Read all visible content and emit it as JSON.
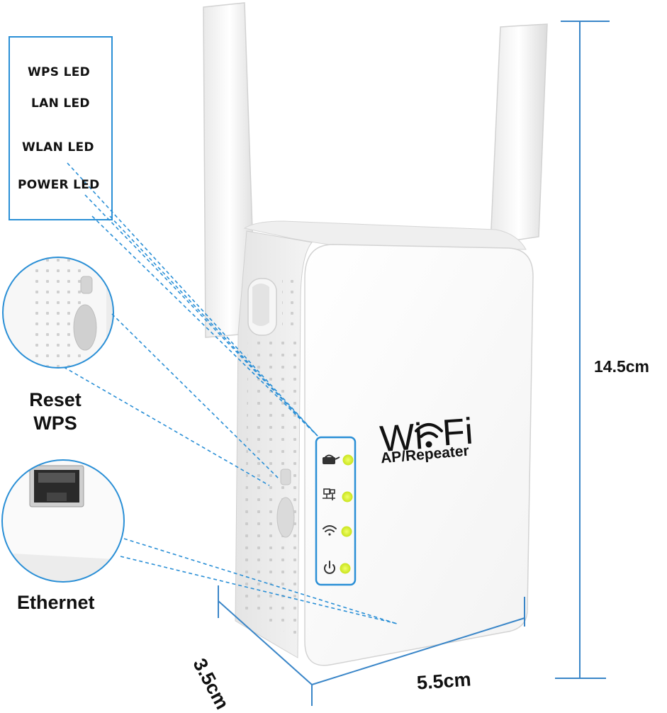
{
  "led_legend": {
    "items": [
      "WPS LED",
      "LAN LED",
      "WLAN LED",
      "POWER LED"
    ]
  },
  "callouts": {
    "buttons": {
      "line1": "Reset",
      "line2": "WPS"
    },
    "port": "Ethernet"
  },
  "device": {
    "logo_left": "Wi",
    "logo_right": "Fi",
    "subtitle": "AP/Repeater",
    "leds": [
      "wps-lock-icon",
      "lan-network-icon",
      "wlan-wifi-icon",
      "power-icon"
    ],
    "led_color": "#d8f23a",
    "color": "#ffffff"
  },
  "dimensions": {
    "height": "14.5cm",
    "width": "5.5cm",
    "depth": "3.5cm"
  },
  "colors": {
    "accent": "#2a8fd6",
    "dim_line": "#3a86c8"
  }
}
